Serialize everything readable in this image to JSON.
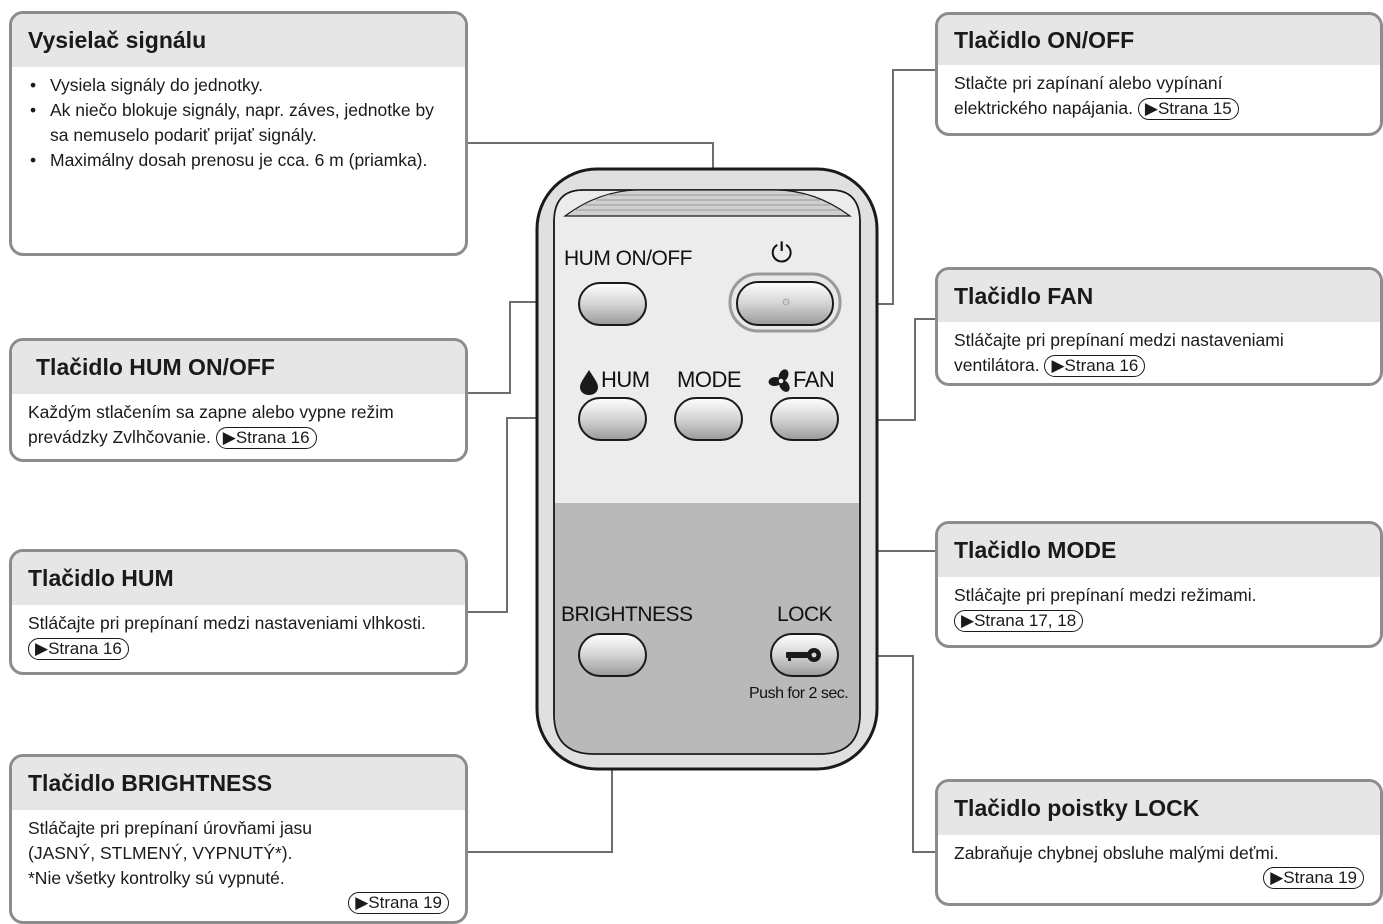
{
  "boxes": {
    "transmitter": {
      "title": "Vysielač signálu",
      "items": [
        "Vysiela signály do jednotky.",
        "Ak niečo blokuje signály, napr. záves, jednotke by sa nemuselo podariť prijať signály.",
        "Maximálny dosah prenosu je cca. 6 m (priamka)."
      ]
    },
    "on_off": {
      "title": "Tlačidlo ON/OFF",
      "text": "Stlačte pri zapínaní alebo vypínaní elektrického napájania.",
      "ref": "▶Strana 15"
    },
    "fan": {
      "title": "Tlačidlo FAN",
      "text": "Stláčajte pri prepínaní medzi nastaveniami ventilátora.",
      "ref": "▶Strana 16"
    },
    "hum_on_off": {
      "title": "Tlačidlo HUM ON/OFF",
      "text": "Každým stlačením sa zapne alebo vypne režim prevádzky Zvlhčovanie.",
      "ref": "▶Strana 16"
    },
    "mode": {
      "title": "Tlačidlo MODE",
      "text": "Stláčajte pri prepínaní medzi režimami.",
      "ref": "▶Strana 17, 18"
    },
    "hum": {
      "title": "Tlačidlo HUM",
      "text": "Stláčajte pri prepínaní medzi nastaveniami vlhkosti.",
      "ref": "▶Strana 16"
    },
    "brightness": {
      "title": "Tlačidlo BRIGHTNESS",
      "lines": [
        "Stláčajte pri prepínaní úrovňami jasu",
        "(JASNÝ, STLMENÝ, VYPNUTÝ*).",
        "*Nie všetky kontrolky sú vypnuté."
      ],
      "ref": "▶Strana 19"
    },
    "lock": {
      "title": "Tlačidlo poistky LOCK",
      "text": "Zabraňuje chybnej obsluhe malými deťmi.",
      "ref": "▶Strana 19"
    }
  },
  "remote": {
    "hum_on_off_label": "HUM ON/OFF",
    "power_symbol": "⏻",
    "hum_label": "HUM",
    "mode_label": "MODE",
    "fan_label": "FAN",
    "brightness_label": "BRIGHTNESS",
    "lock_label": "LOCK",
    "lock_hint": "Push for 2 sec."
  }
}
